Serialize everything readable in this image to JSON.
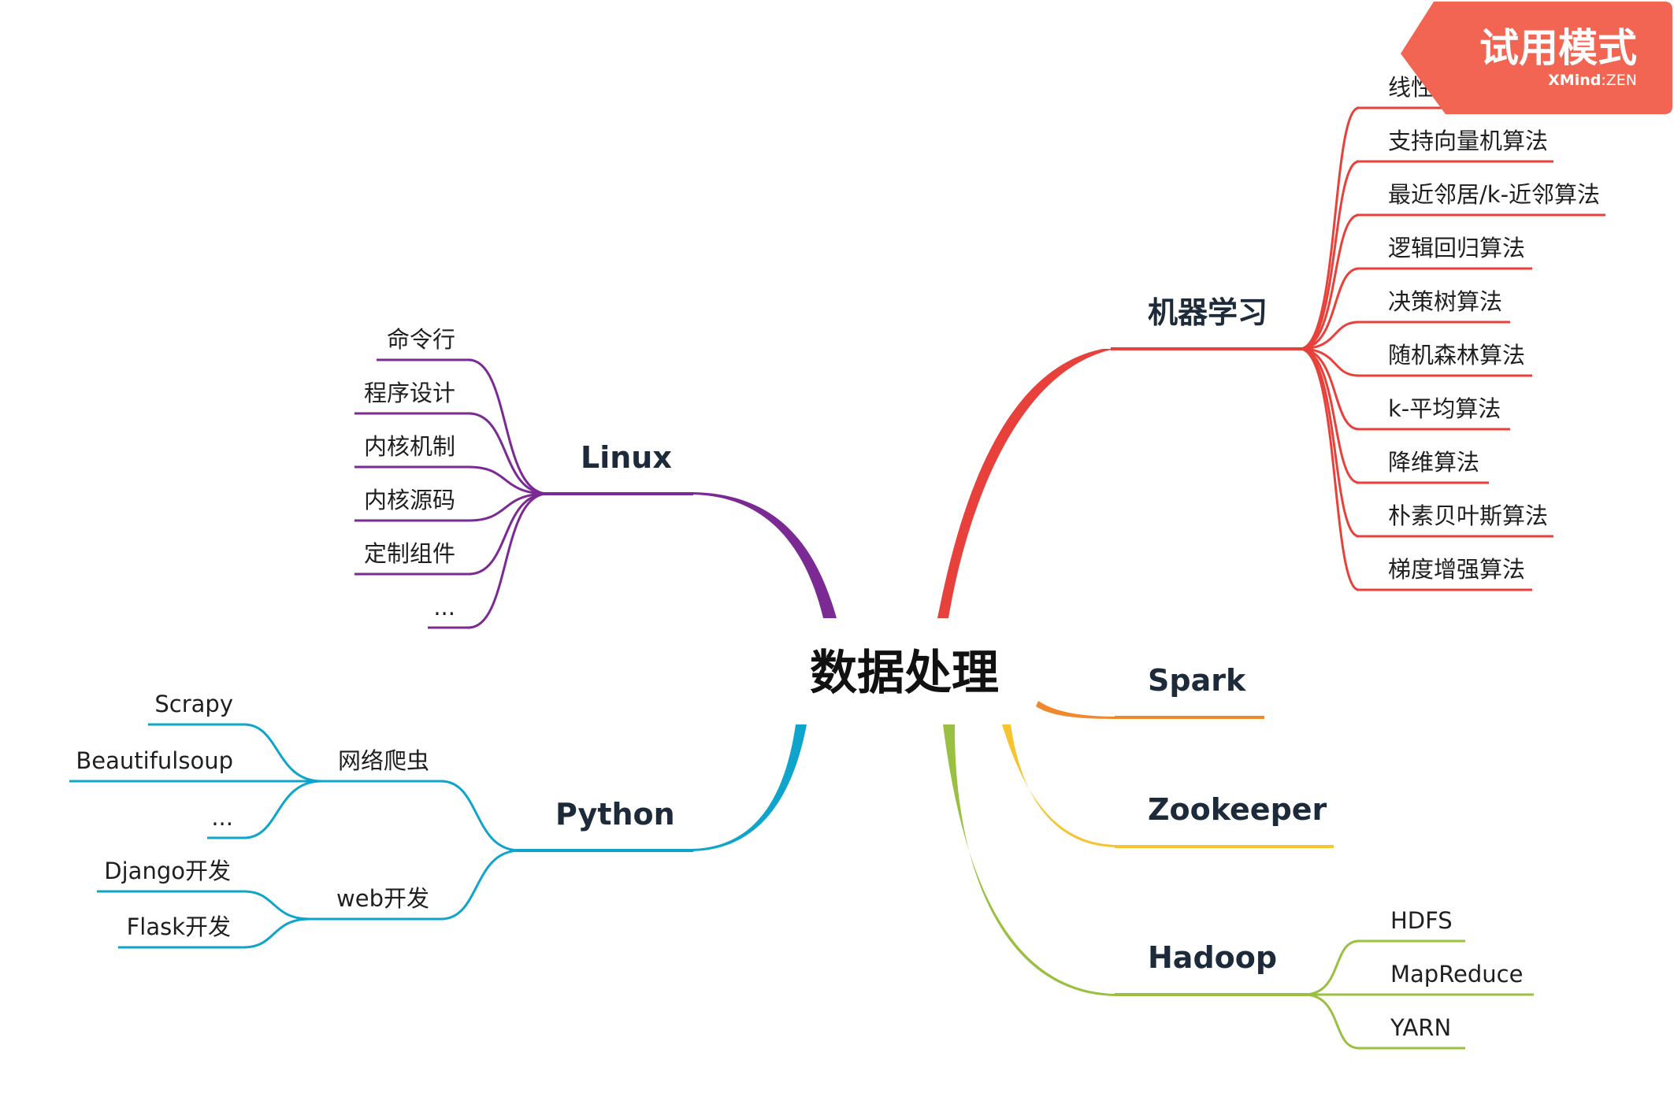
{
  "center": "数据处理",
  "colors": {
    "machine_learning": "#e8413b",
    "linux": "#7b2a94",
    "spark": "#f0892c",
    "zookeeper": "#f7c431",
    "python": "#0ea4cc",
    "hadoop": "#99c041",
    "badge": "#f26552"
  },
  "branches": {
    "machine_learning": {
      "label": "机器学习",
      "children": [
        "线性回归算法",
        "支持向量机算法",
        "最近邻居/k-近邻算法",
        "逻辑回归算法",
        "决策树算法",
        "随机森林算法",
        "k-平均算法",
        "降维算法",
        "朴素贝叶斯算法",
        "梯度增强算法"
      ]
    },
    "linux": {
      "label": "Linux",
      "children": [
        "命令行",
        "程序设计",
        "内核机制",
        "内核源码",
        "定制组件",
        "..."
      ]
    },
    "spark": {
      "label": "Spark"
    },
    "zookeeper": {
      "label": "Zookeeper"
    },
    "hadoop": {
      "label": "Hadoop",
      "children": [
        "HDFS",
        "MapReduce",
        "YARN"
      ]
    },
    "python": {
      "label": "Python",
      "crawler": {
        "label": "网络爬虫",
        "children": [
          "Scrapy",
          "Beautifulsoup",
          "..."
        ]
      },
      "web": {
        "label": "web开发",
        "children": [
          "Django开发",
          "Flask开发"
        ]
      }
    }
  },
  "trial_badge": {
    "title": "试用模式",
    "brand": "XMind",
    "brand_sep": ":",
    "brand_suffix": "ZEN"
  }
}
